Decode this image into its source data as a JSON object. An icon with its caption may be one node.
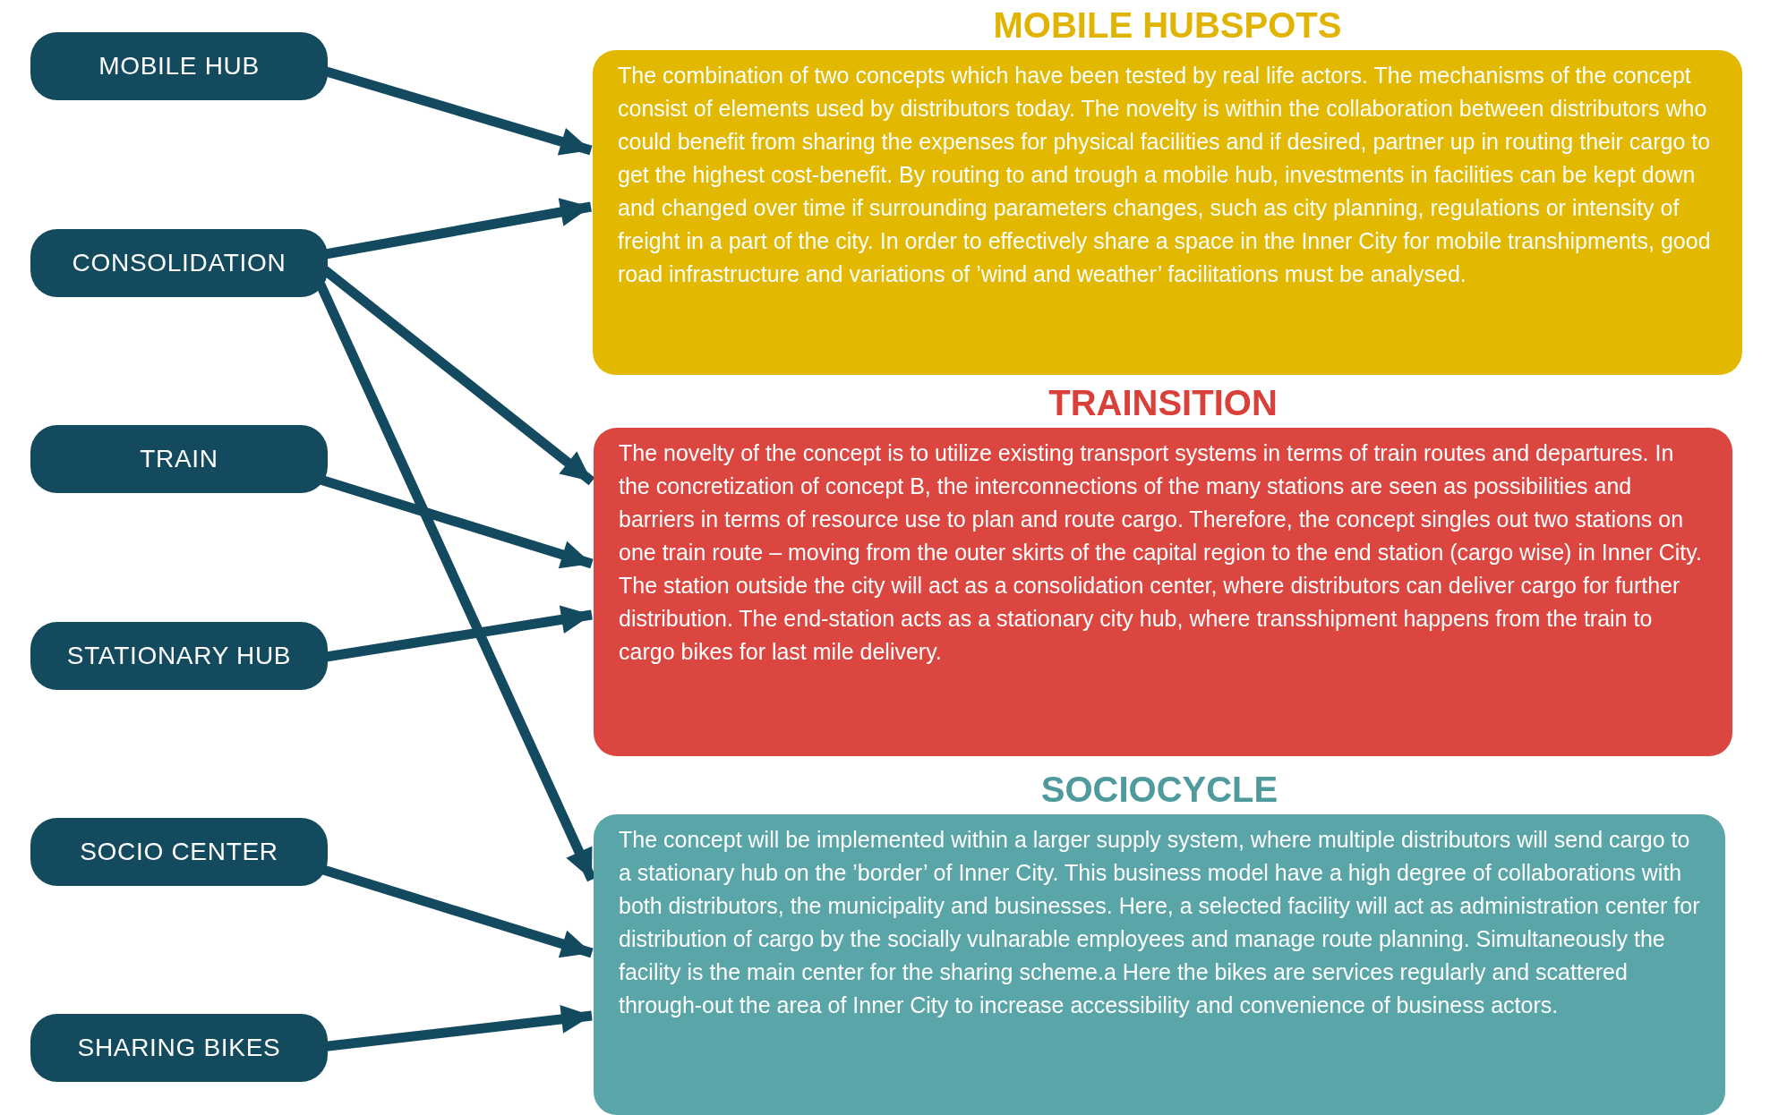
{
  "diagram": {
    "nodes": [
      {
        "text": [
          "MOBILE HUB"
        ]
      },
      {
        "text": [
          "CONSOLIDATION"
        ]
      },
      {
        "text": [
          "TRAIN"
        ]
      },
      {
        "text": [
          "STATIONARY HUB"
        ]
      },
      {
        "text": [
          "SOCIO CENTER"
        ]
      },
      {
        "text": [
          "SHARING BIKES"
        ]
      },
      {
        "text": [
          "MOBILE HUBSPOTS",
          "The combination of two concepts which have been tested by real life actors. The mechanisms of the concept consist of elements used by distributors today. The novelty is within the collaboration between distributors who could benefit from sharing the expenses for physical facilities and if desired, partner up in routing their cargo to get the highest cost-benefit. By routing to and trough a mobile hub, investments in facilities can be kept down and changed over time if surrounding parameters changes, such as city planning, regulations or intensity of freight in a part of the city. In order to effectively share a space in the Inner City for mobile transhipments, good road infrastructure and variations of ’wind and weather’ facilitations must be analysed."
        ]
      },
      {
        "text": [
          "TRAINSITION",
          "The novelty of the concept is to utilize existing transport systems in terms of train routes and departures. In the concretization of concept B, the interconnections of the many stations are seen as possibilities and barriers in terms of resource use to plan and route cargo. Therefore, the concept singles out two stations on one train route – moving from the outer skirts of the capital region to the end station (cargo wise) in Inner City. The station outside the city will act as a consolidation center, where distributors can deliver cargo for further distribution. The end-station acts as a stationary city hub, where transshipment happens from the train to cargo bikes for last mile delivery."
        ]
      },
      {
        "text": [
          "SOCIOCYCLE",
          "The concept will be implemented within a larger supply system, where multiple distributors will send cargo to a stationary hub on the ’border’ of Inner City. This business model have a high degree of collaborations with both distributors, the municipality and businesses. Here, a selected facility will act as administration center for distribution of cargo by the socially vulnarable employees and manage route planning. Simultaneously the facility is the main center for the sharing scheme.a Here the bikes are services regularly and scattered through-out the area of Inner City to increase accessibility and convenience of business actors."
        ]
      }
    ],
    "edges": [
      {
        "from": 0,
        "to": 6,
        "arrow": "to"
      },
      {
        "from": 1,
        "to": 6,
        "arrow": "to"
      },
      {
        "from": 1,
        "to": 7,
        "arrow": "to"
      },
      {
        "from": 1,
        "to": 8,
        "arrow": "to"
      },
      {
        "from": 2,
        "to": 7,
        "arrow": "to"
      },
      {
        "from": 3,
        "to": 7,
        "arrow": "to"
      },
      {
        "from": 4,
        "to": 8,
        "arrow": "to"
      },
      {
        "from": 5,
        "to": 8,
        "arrow": "to"
      }
    ]
  }
}
